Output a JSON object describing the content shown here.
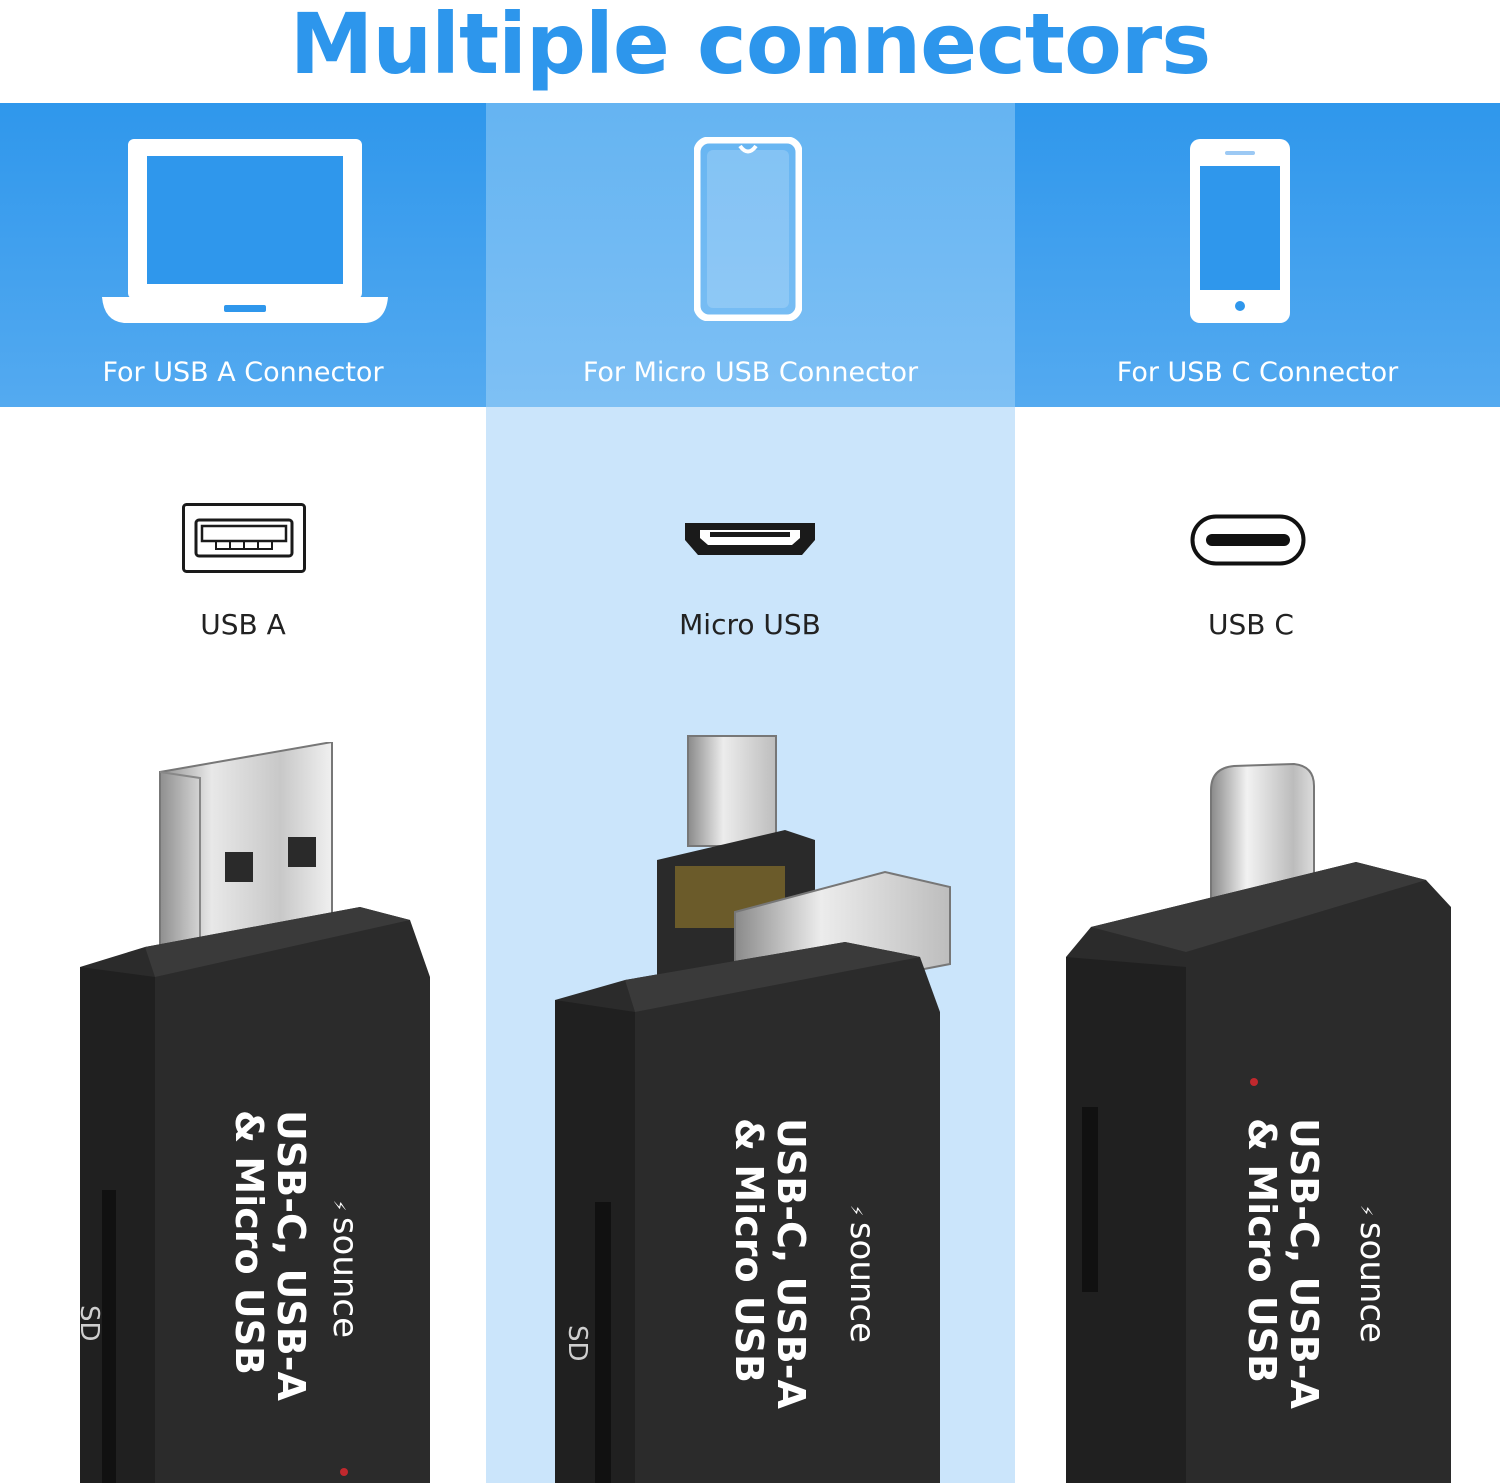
{
  "headline": "Multiple connectors",
  "columns": [
    {
      "device_icon": "laptop-icon",
      "device_label": "For USB A Connector",
      "port_icon": "usb-a-port-icon",
      "port_label": "USB A"
    },
    {
      "device_icon": "android-phone-icon",
      "device_label": "For Micro USB Connector",
      "port_icon": "micro-usb-port-icon",
      "port_label": "Micro USB"
    },
    {
      "device_icon": "iphone-icon",
      "device_label": "For USB C Connector",
      "port_icon": "usb-c-port-icon",
      "port_label": "USB C"
    }
  ],
  "product": {
    "brand": "sounce",
    "model_line1": "USB-C, USB-A",
    "model_line2": "& Micro USB",
    "slot_label": "SD"
  },
  "colors": {
    "headline": "#2d96ec",
    "band": "#2f97ec",
    "band_mid": "#65b4f2",
    "mid_column": "#cbe5fb",
    "reader_body": "#2b2b2b"
  }
}
